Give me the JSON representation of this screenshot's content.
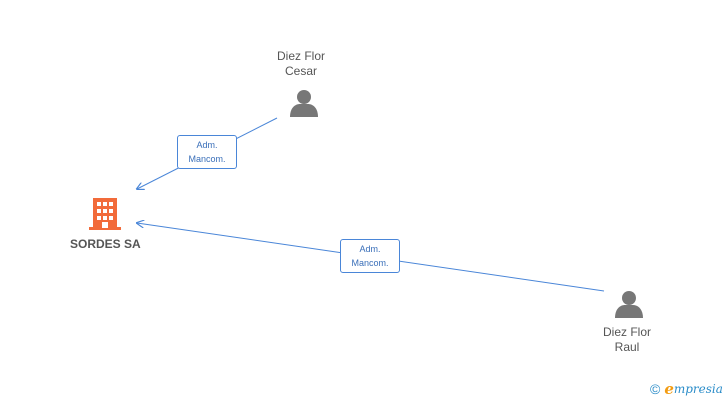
{
  "nodes": {
    "company": {
      "name": "SORDES SA",
      "color": "#f26b3a"
    },
    "person_top": {
      "line1": "Diez Flor",
      "line2": "Cesar"
    },
    "person_bottom": {
      "line1": "Diez Flor",
      "line2": "Raul"
    }
  },
  "edges": [
    {
      "from": "Diez Flor Cesar",
      "to": "SORDES SA",
      "line1": "Adm.",
      "line2": "Mancom."
    },
    {
      "from": "Diez Flor Raul",
      "to": "SORDES SA",
      "line1": "Adm.",
      "line2": "Mancom."
    }
  ],
  "colors": {
    "edge": "#4a86d8",
    "person_icon": "#777777"
  },
  "footer": {
    "copyright": "©",
    "brand_initial": "e",
    "brand_rest": "mpresia"
  }
}
